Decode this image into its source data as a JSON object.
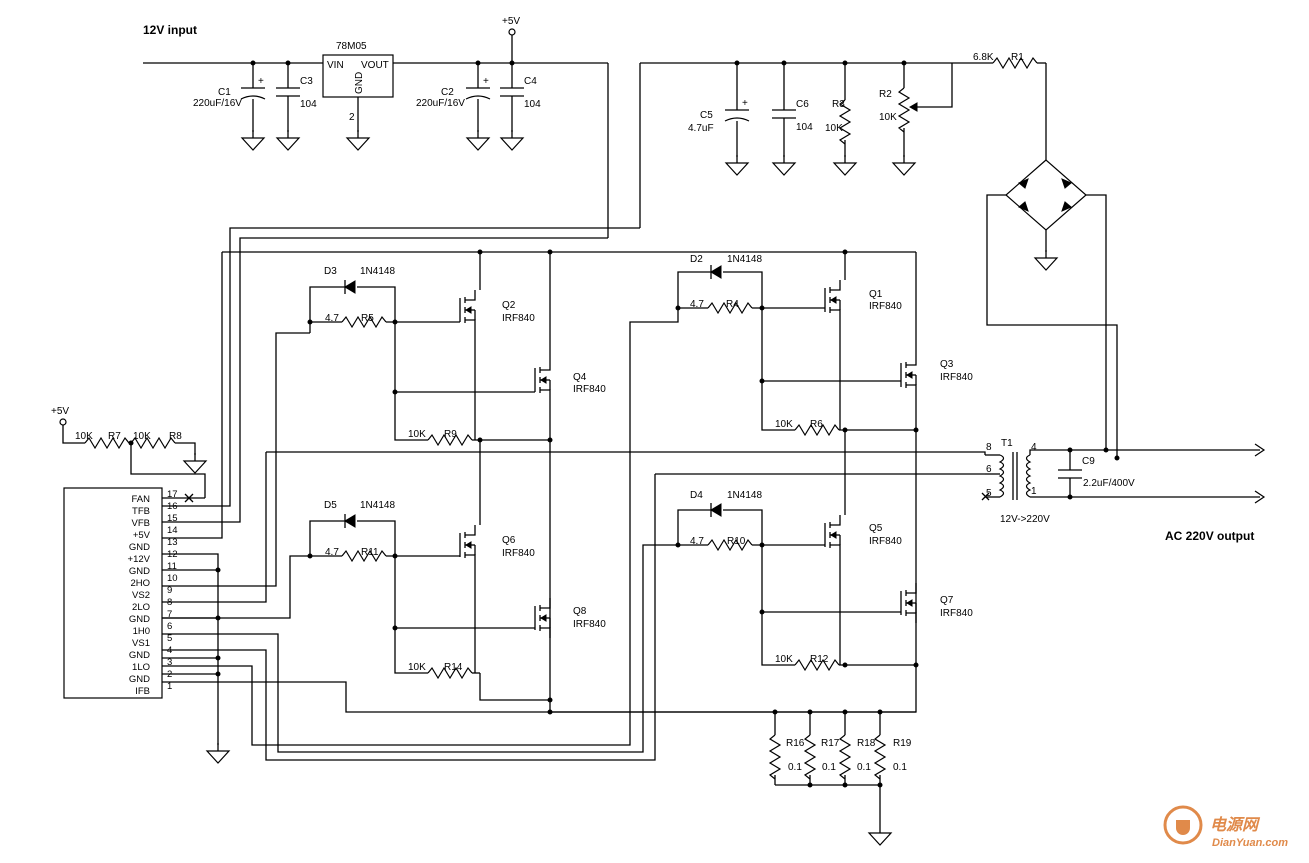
{
  "labels": {
    "input": "12V input",
    "output": "AC 220V output",
    "plus5v_top": "+5V",
    "plus5v_left": "+5V",
    "transformer_ratio": "12V->220V"
  },
  "regulator": {
    "part": "78M05",
    "vin": "VIN",
    "vout": "VOUT",
    "gnd": "GND",
    "pin": "2"
  },
  "components": {
    "C1": {
      "ref": "C1",
      "value": "220uF/16V"
    },
    "C2": {
      "ref": "C2",
      "value": "220uF/16V"
    },
    "C3": {
      "ref": "C3",
      "value": "104"
    },
    "C4": {
      "ref": "C4",
      "value": "104"
    },
    "C5": {
      "ref": "C5",
      "value": "4.7uF"
    },
    "C6": {
      "ref": "C6",
      "value": "104"
    },
    "C9": {
      "ref": "C9",
      "value": "2.2uF/400V"
    },
    "R1": {
      "ref": "R1",
      "value": "6.8K"
    },
    "R2": {
      "ref": "R2",
      "value": "10K"
    },
    "R3": {
      "ref": "R3",
      "value": "10K"
    },
    "R4": {
      "ref": "R4",
      "value": "4.7"
    },
    "R5": {
      "ref": "R5",
      "value": "4.7"
    },
    "R6": {
      "ref": "R6",
      "value": "10K"
    },
    "R7": {
      "ref": "R7",
      "value": "10K"
    },
    "R8": {
      "ref": "R8",
      "value": "10K"
    },
    "R9": {
      "ref": "R9",
      "value": "10K"
    },
    "R10": {
      "ref": "R10",
      "value": "4.7"
    },
    "R11": {
      "ref": "R11",
      "value": "4.7"
    },
    "R12": {
      "ref": "R12",
      "value": "10K"
    },
    "R14": {
      "ref": "R14",
      "value": "10K"
    },
    "R16": {
      "ref": "R16",
      "value": "0.1"
    },
    "R17": {
      "ref": "R17",
      "value": "0.1"
    },
    "R18": {
      "ref": "R18",
      "value": "0.1"
    },
    "R19": {
      "ref": "R19",
      "value": "0.1"
    },
    "D2": {
      "ref": "D2",
      "value": "1N4148"
    },
    "D3": {
      "ref": "D3",
      "value": "1N4148"
    },
    "D4": {
      "ref": "D4",
      "value": "1N4148"
    },
    "D5": {
      "ref": "D5",
      "value": "1N4148"
    },
    "Q1": {
      "ref": "Q1",
      "value": "IRF840"
    },
    "Q2": {
      "ref": "Q2",
      "value": "IRF840"
    },
    "Q3": {
      "ref": "Q3",
      "value": "IRF840"
    },
    "Q4": {
      "ref": "Q4",
      "value": "IRF840"
    },
    "Q5": {
      "ref": "Q5",
      "value": "IRF840"
    },
    "Q6": {
      "ref": "Q6",
      "value": "IRF840"
    },
    "Q7": {
      "ref": "Q7",
      "value": "IRF840"
    },
    "Q8": {
      "ref": "Q8",
      "value": "IRF840"
    },
    "T1": {
      "ref": "T1",
      "pins": [
        "8",
        "6",
        "5",
        "4",
        "1"
      ]
    }
  },
  "connector": {
    "names": [
      "FAN",
      "TFB",
      "VFB",
      "+5V",
      "GND",
      "+12V",
      "GND",
      "2HO",
      "VS2",
      "2LO",
      "GND",
      "1H0",
      "VS1",
      "GND",
      "1LO",
      "GND",
      "IFB"
    ],
    "numbers": [
      "17",
      "16",
      "15",
      "14",
      "13",
      "12",
      "11",
      "10",
      "9",
      "8",
      "7",
      "6",
      "5",
      "4",
      "3",
      "2",
      "1"
    ]
  },
  "watermark": {
    "site": "电源网",
    "url": "DianYuan.com"
  }
}
